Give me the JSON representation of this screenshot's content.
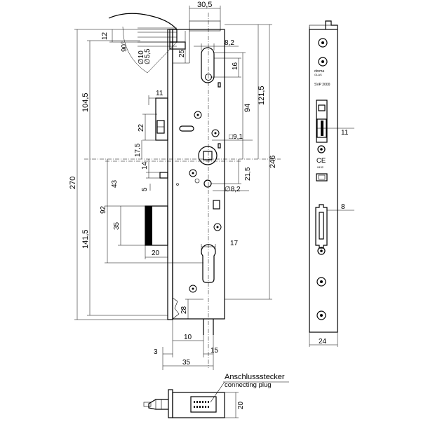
{
  "dimensions": {
    "width_30_5": "30,5",
    "d12": "12",
    "angle_90": "90°",
    "dia_10": "∅10",
    "dia_5_5": "∅5,5",
    "d25": "25",
    "d8_2_top": "8,2",
    "d16": "16",
    "d11_top": "11",
    "d104_5": "104,5",
    "d121_5": "121,5",
    "d94": "94",
    "d22": "22",
    "square_9_1": "□9,1",
    "d17_5": "17,5",
    "d270": "270",
    "d246": "246",
    "d43": "43",
    "d14": "14",
    "d21_5": "21,5",
    "d5": "5",
    "dia_8_2": "∅8,2",
    "d92": "92",
    "d35_vert": "35",
    "d141_5": "141,5",
    "d20_horiz": "20",
    "d17": "17",
    "d28": "28",
    "d10": "10",
    "d3": "3",
    "d15": "15",
    "d35_horiz": "35",
    "d11_front": "11",
    "d8_front": "8",
    "d24": "24",
    "d20_plug": "20"
  },
  "faceplate_text": {
    "brand_line1": "dorma",
    "brand_line2": "GLAS",
    "model": "SVP 2000",
    "ce_mark": "CE",
    "ce_number": "0432"
  },
  "plug_label": {
    "title": "Anschlussstecker",
    "subtitle": "connecting plug"
  }
}
